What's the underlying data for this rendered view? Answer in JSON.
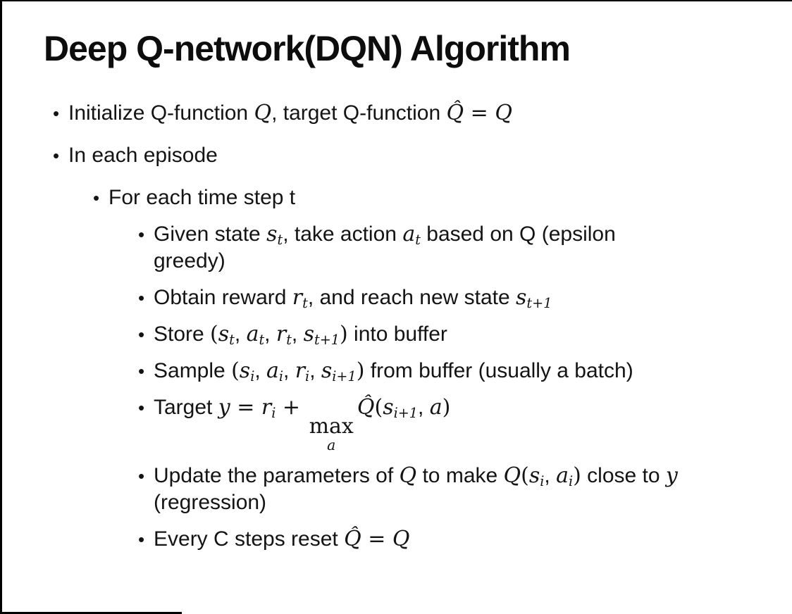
{
  "slide": {
    "title": "Deep Q-network(DQN) Algorithm",
    "bullet_glyph": "•",
    "colors": {
      "text": "#141414",
      "background": "#ffffff",
      "frame": "#000000"
    },
    "bullets": {
      "b0": [
        "Initialize Q-function ",
        "Q",
        ", target Q-function ",
        "Q̂",
        " = ",
        "Q"
      ],
      "b1": [
        "In each episode"
      ],
      "b2": [
        "For each time step t"
      ],
      "b3": [
        "Given state ",
        "s",
        "t",
        ", take action ",
        "a",
        "t",
        " based on Q (epsilon greedy)"
      ],
      "b4": [
        "Obtain reward ",
        "r",
        "t",
        ", and reach new state ",
        "s",
        "t+1"
      ],
      "b5": [
        "Store ",
        "(",
        "s",
        "t",
        ", ",
        "a",
        "t",
        ", ",
        "r",
        "t",
        ", ",
        "s",
        "t+1",
        ")",
        " into buffer"
      ],
      "b6": [
        "Sample ",
        "(",
        "s",
        "i",
        ", ",
        "a",
        "i",
        ", ",
        "r",
        "i",
        ", ",
        "s",
        "i+1",
        ")",
        " from buffer (usually a batch)"
      ],
      "b7": [
        "Target ",
        "y",
        " = ",
        "r",
        "i",
        " + ",
        "max",
        "a",
        "Q̂",
        "(",
        "s",
        "i+1",
        ", ",
        "a",
        ")"
      ],
      "b8": [
        "Update the parameters of ",
        "Q",
        " to make ",
        "Q",
        "(",
        "s",
        "i",
        ", ",
        "a",
        "i",
        ")",
        " close to ",
        "y",
        " (regression)"
      ],
      "b9": [
        "Every C steps reset ",
        "Q̂",
        " = ",
        "Q"
      ]
    }
  }
}
